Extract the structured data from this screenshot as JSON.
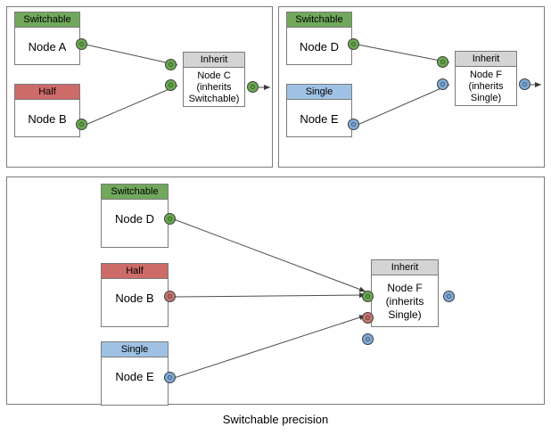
{
  "diagram": {
    "caption": "Switchable precision",
    "colors": {
      "switchable_green": "#71a85b",
      "half_red": "#cd6b68",
      "single_blue": "#9fc2e4",
      "inherit_grey": "#d4d4d4",
      "panel_border": "#7b7b7b",
      "port_green": "#6aa84f",
      "port_red": "#c4756f",
      "port_blue": "#7fa9d8",
      "wire": "#4d4d4d",
      "background": "#ffffff"
    },
    "panels": [
      {
        "id": "panel-top-left",
        "nodes": [
          {
            "id": "node-a",
            "header": "Switchable",
            "header_color": "green",
            "label": "Node A"
          },
          {
            "id": "node-b",
            "header": "Half",
            "header_color": "red",
            "label": "Node B"
          },
          {
            "id": "node-c",
            "header": "Inherit",
            "header_color": "grey",
            "label": "Node C\n(inherits\nSwitchable)"
          }
        ],
        "ports": [
          {
            "id": "port-a-out",
            "color": "green"
          },
          {
            "id": "port-b-out",
            "color": "green"
          },
          {
            "id": "port-c-in-1",
            "color": "green"
          },
          {
            "id": "port-c-in-2",
            "color": "green"
          },
          {
            "id": "port-c-out",
            "color": "green"
          }
        ],
        "edges": [
          {
            "from": "node-a",
            "to": "node-c",
            "arrow": true
          },
          {
            "from": "node-b",
            "to": "node-c",
            "arrow": true
          },
          {
            "from": "node-c",
            "to": "output",
            "arrow": true
          }
        ]
      },
      {
        "id": "panel-top-right",
        "nodes": [
          {
            "id": "node-d",
            "header": "Switchable",
            "header_color": "green",
            "label": "Node D"
          },
          {
            "id": "node-e",
            "header": "Single",
            "header_color": "blue",
            "label": "Node E"
          },
          {
            "id": "node-f",
            "header": "Inherit",
            "header_color": "grey",
            "label": "Node F\n(inherits\nSingle)"
          }
        ],
        "ports": [
          {
            "id": "port-d-out",
            "color": "green"
          },
          {
            "id": "port-e-out",
            "color": "blue"
          },
          {
            "id": "port-f-in-1",
            "color": "green"
          },
          {
            "id": "port-f-in-2",
            "color": "blue"
          },
          {
            "id": "port-f-out",
            "color": "blue"
          }
        ],
        "edges": [
          {
            "from": "node-d",
            "to": "node-f",
            "arrow": true
          },
          {
            "from": "node-e",
            "to": "node-f",
            "arrow": true
          },
          {
            "from": "node-f",
            "to": "output",
            "arrow": true
          }
        ]
      },
      {
        "id": "panel-bottom",
        "nodes": [
          {
            "id": "node-d2",
            "header": "Switchable",
            "header_color": "green",
            "label": "Node D"
          },
          {
            "id": "node-b2",
            "header": "Half",
            "header_color": "red",
            "label": "Node B"
          },
          {
            "id": "node-e2",
            "header": "Single",
            "header_color": "blue",
            "label": "Node E"
          },
          {
            "id": "node-f2",
            "header": "Inherit",
            "header_color": "grey",
            "label": "Node F\n(inherits\nSingle)"
          }
        ],
        "ports": [
          {
            "id": "port-d2-out",
            "color": "green"
          },
          {
            "id": "port-b2-out",
            "color": "red"
          },
          {
            "id": "port-e2-out",
            "color": "blue"
          },
          {
            "id": "port-f2-in-1",
            "color": "green"
          },
          {
            "id": "port-f2-in-2",
            "color": "red"
          },
          {
            "id": "port-f2-in-3",
            "color": "blue"
          },
          {
            "id": "port-f2-out",
            "color": "blue"
          }
        ],
        "edges": [
          {
            "from": "node-d2",
            "to": "node-f2",
            "arrow": true
          },
          {
            "from": "node-b2",
            "to": "node-f2",
            "arrow": true
          },
          {
            "from": "node-e2",
            "to": "node-f2",
            "arrow": true
          }
        ]
      }
    ]
  },
  "labels": {
    "switchable": "Switchable",
    "half": "Half",
    "single": "Single",
    "inherit": "Inherit",
    "node_a": "Node A",
    "node_b": "Node B",
    "node_c_l1": "Node C",
    "node_c_l2": "(inherits",
    "node_c_l3": "Switchable)",
    "node_d": "Node D",
    "node_e": "Node E",
    "node_f_l1": "Node F",
    "node_f_l2": "(inherits",
    "node_f_l3": "Single)",
    "caption": "Switchable precision"
  }
}
